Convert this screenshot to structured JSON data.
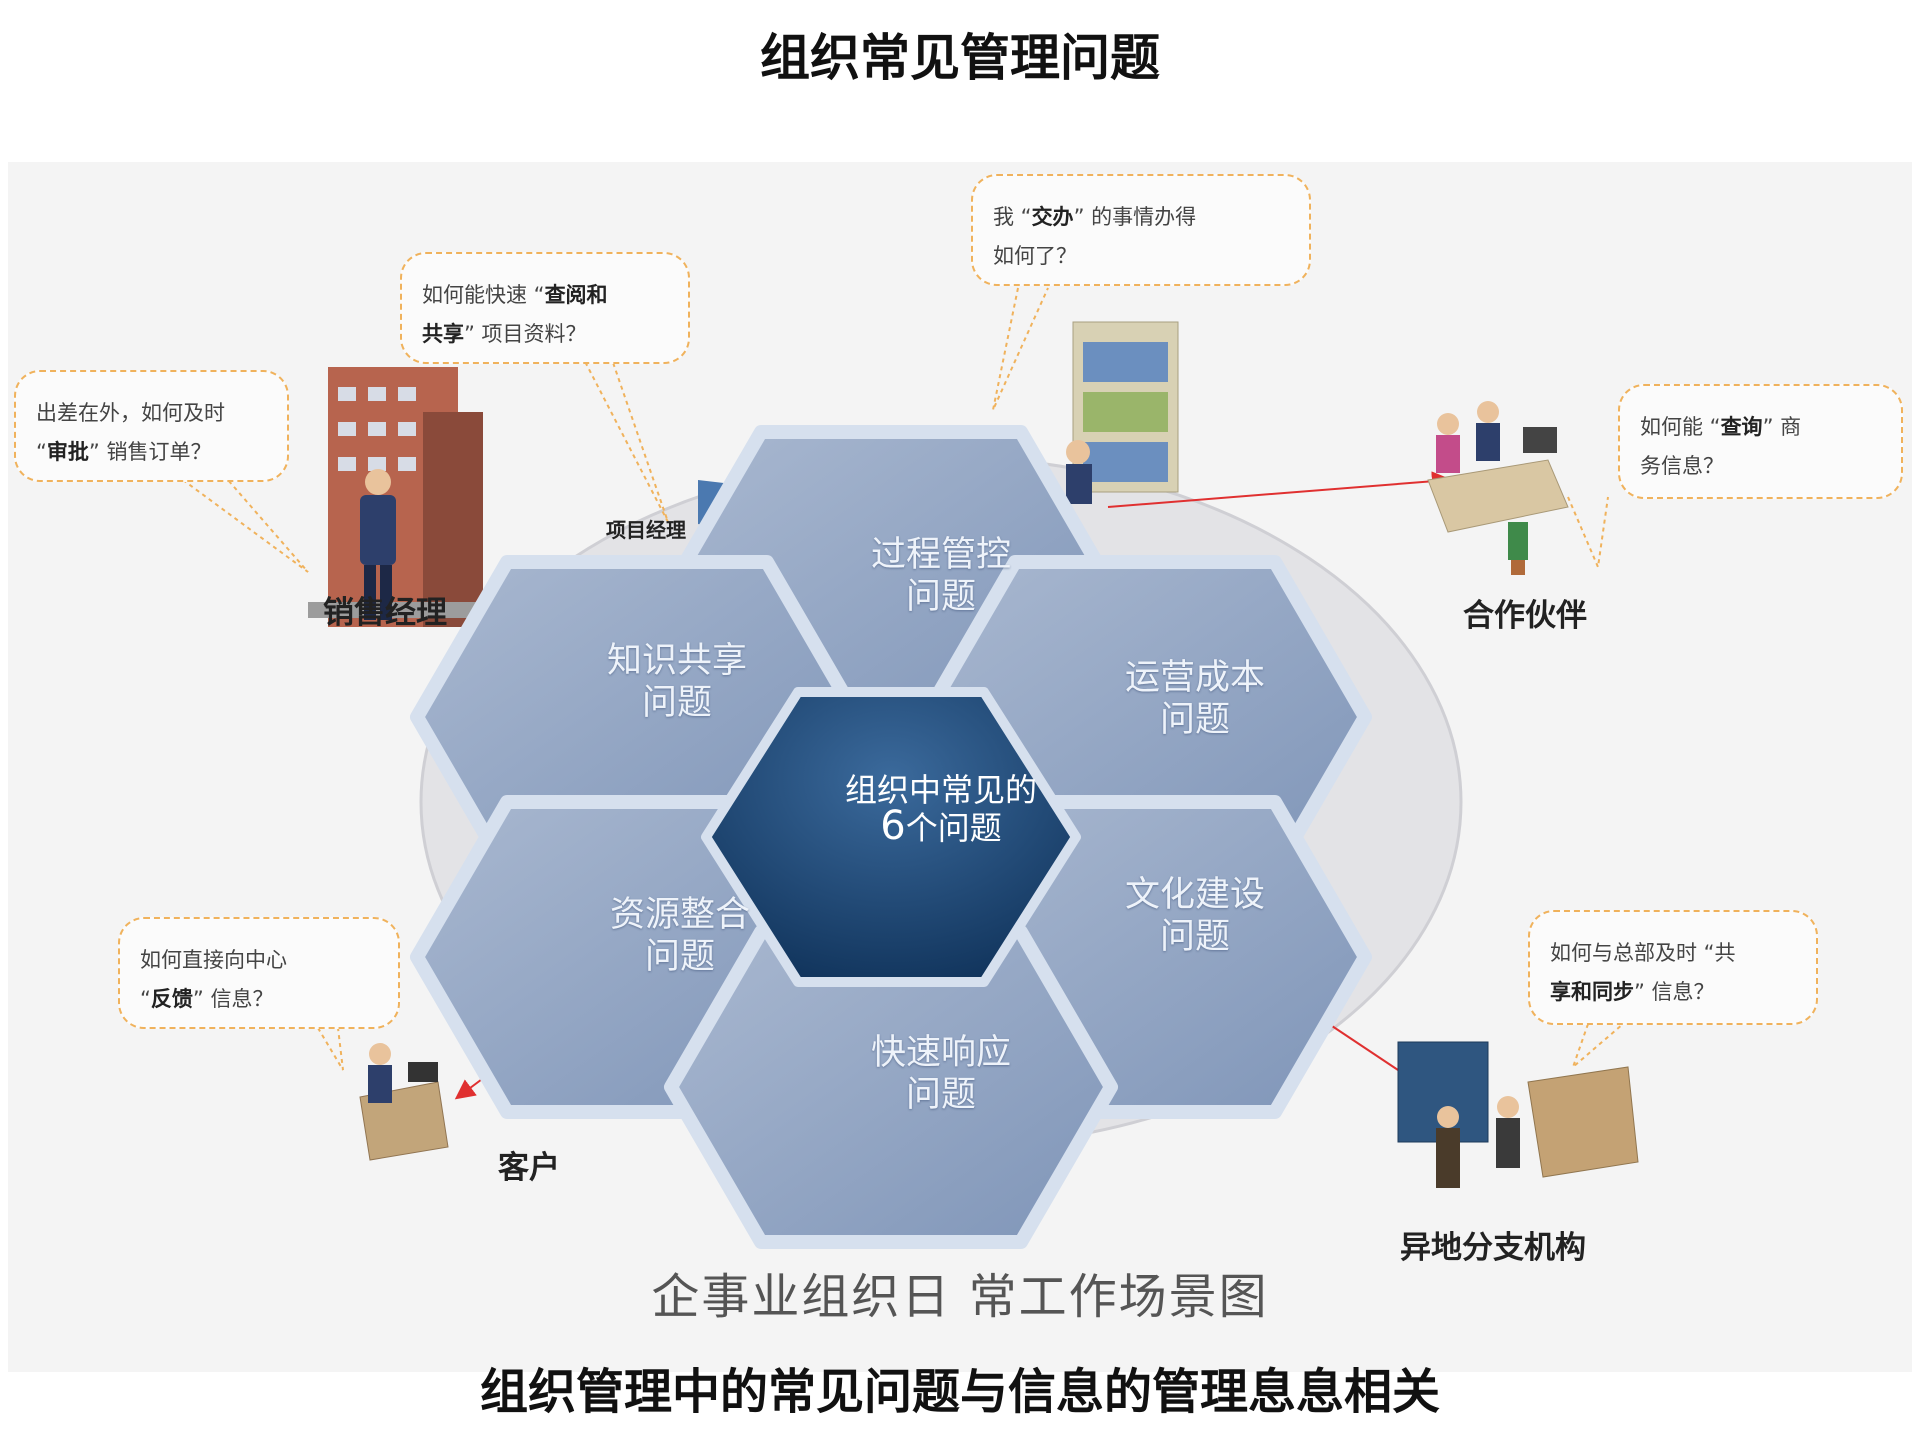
{
  "title": "组织常见管理问题",
  "footer": "组织管理中的常见问题与信息的管理息息相关",
  "scene_caption": "企事业组织日 常工作场景图",
  "center": {
    "line1": "组织中常见的",
    "num": "6",
    "line2": "个问题"
  },
  "hexagons": {
    "top": {
      "line1": "过程管控",
      "line2": "问题"
    },
    "upper_left": {
      "line1": "知识共享",
      "line2": "问题"
    },
    "upper_right": {
      "line1": "运营成本",
      "line2": "问题"
    },
    "lower_left": {
      "line1": "资源整合",
      "line2": "问题"
    },
    "lower_right": {
      "line1": "文化建设",
      "line2": "问题"
    },
    "bottom": {
      "line1": "快速响应",
      "line2": "问题"
    }
  },
  "roles": {
    "sales_manager": "销售经理",
    "partner": "合作伙伴",
    "customer": "客户",
    "branch": "异地分支机构",
    "project_manager": "项目经理"
  },
  "bubbles": {
    "sales": {
      "l1a": "出差在外，如何及时",
      "l2a": "“",
      "l2b": "审批",
      "l2c": "” 销售订单？"
    },
    "project": {
      "l1a": "如何能快速 “",
      "l1b": "查阅和",
      "l2a": "共享",
      "l2b": "” 项目资料？"
    },
    "boss": {
      "l1a": "我 “",
      "l1b": "交办",
      "l1c": "” 的事情办得",
      "l2": "如何了？"
    },
    "partner": {
      "l1a": "如何能 “",
      "l1b": "查询",
      "l1c": "” 商",
      "l2": "务信息？"
    },
    "customer": {
      "l1": "如何直接向中心",
      "l2a": "“",
      "l2b": "反馈",
      "l2c": "” 信息？"
    },
    "branch": {
      "l1": "如何与总部及时 “共",
      "l2a": "享和同步",
      "l2b": "” 信息？"
    }
  },
  "colors": {
    "hex_fill": "#8fa2c0",
    "hex_border": "#d6e0ee",
    "center_fill": "#123a66",
    "bubble_border": "#f0b25c",
    "arrow": "#e03030",
    "ellipse": "#d9d9dc"
  }
}
